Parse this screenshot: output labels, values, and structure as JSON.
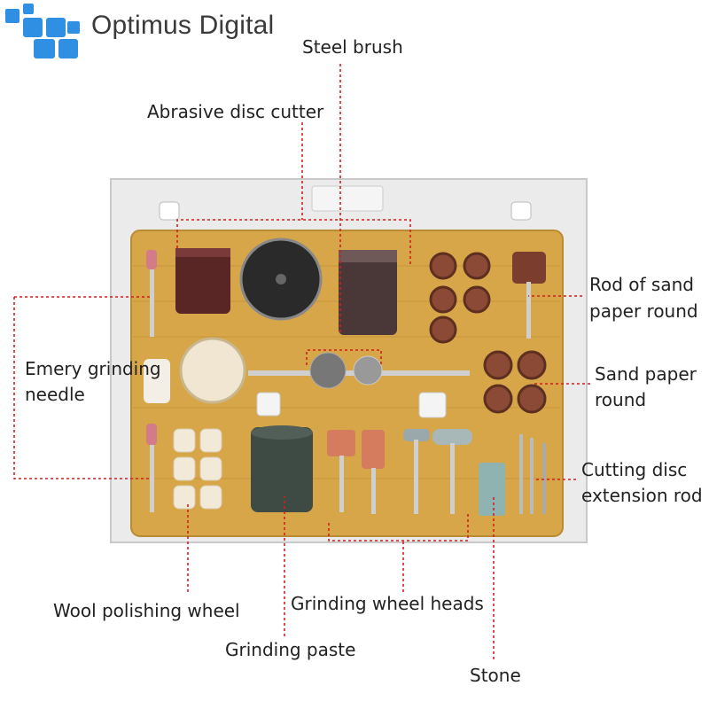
{
  "brand": {
    "name": "Optimus Digital",
    "accent": "#2f8fe3"
  },
  "labels": {
    "steel_brush": "Steel brush",
    "abrasive_disc_cutter": "Abrasive disc cutter",
    "rod_sand_line1": "Rod of sand",
    "rod_sand_line2": "paper round",
    "emery_line1": "Emery grinding",
    "emery_line2": "needle",
    "sand_paper_line1": "Sand paper",
    "sand_paper_line2": "round",
    "cutting_disc_line1": "Cutting disc",
    "cutting_disc_line2": "extension rod",
    "wool_polishing_wheel": "Wool polishing wheel",
    "grinding_wheel_heads": "Grinding wheel heads",
    "grinding_paste": "Grinding paste",
    "stone": "Stone"
  },
  "colors": {
    "leader_line": "#d21f1f",
    "tray": "#d7a648",
    "blister": "#ececec"
  }
}
